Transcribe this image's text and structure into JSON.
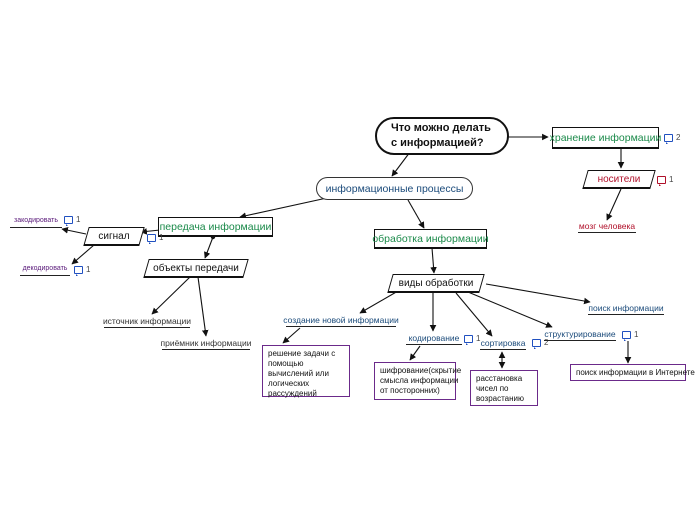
{
  "central": {
    "line1": "Что можно делать",
    "line2": "с информацией?"
  },
  "nodes": {
    "info_processes": "информационные процессы",
    "storage": "хранение информации",
    "carriers": "носители",
    "brain": "мозг человека",
    "transfer": "передача информации",
    "signal": "сигнал",
    "encode": "закодировать",
    "decode": "декодировать",
    "transfer_objects": "объекты передачи",
    "source": "источник информации",
    "receiver": "приёмник информации",
    "processing": "обработка информации",
    "processing_types": "виды обработки",
    "create_new": "создание новой информации",
    "coding": "кодирование",
    "sorting": "сортировка",
    "structuring": "структурирование",
    "search": "поиск информации",
    "note_create": "решение задачи с помощью вычислений или логических рассуждений",
    "note_coding": "шифрование(скрытие смысла информации от посторонних)",
    "note_sorting": "расстановка чисел по возрастанию",
    "note_search": "поиск информации в Интернете"
  },
  "comments": {
    "storage": "2",
    "carriers": "1",
    "encode": "1",
    "decode": "1",
    "signal": "1",
    "coding": "1",
    "sorting": "2",
    "structuring": "1"
  },
  "colors": {
    "line": "#111111",
    "green_text": "#1b8a4a",
    "blue_text": "#1a4a7a",
    "red_text": "#b0102a",
    "note_border": "#6b2a8a"
  }
}
